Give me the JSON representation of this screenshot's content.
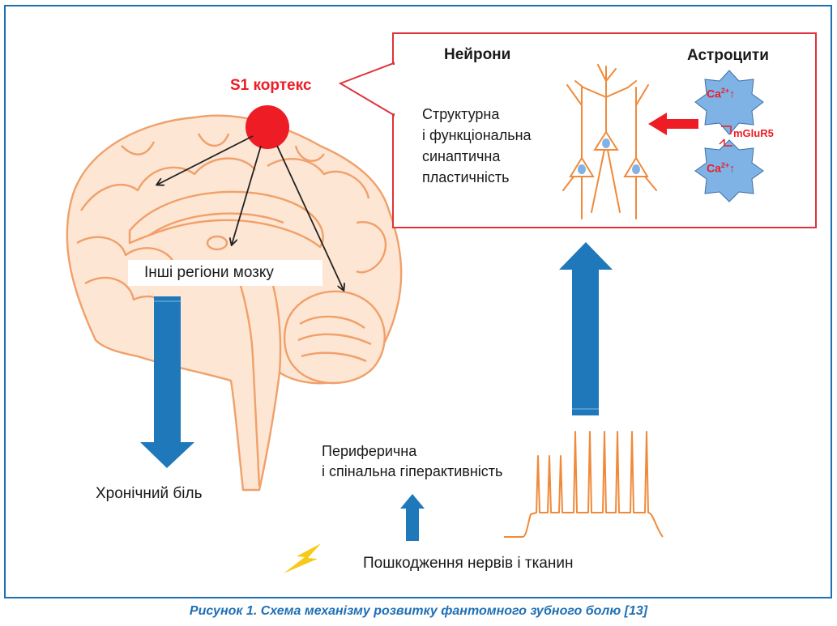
{
  "labels": {
    "s1_cortex": "S1 кортекс",
    "neurons": "Нейрони",
    "astrocytes": "Астроцити",
    "plasticity": [
      "Структурна",
      "і функціональна",
      "синаптична",
      "пластичність"
    ],
    "other_regions": "Інші регіони мозку",
    "chronic_pain": "Хронічний біль",
    "peripheral": [
      "Периферична",
      "і спінальна гіперактивність"
    ],
    "damage": "Пошкодження нервів і тканин",
    "receptor": "mGluR5",
    "calcium_top": {
      "base": "Ca",
      "sup": "2+",
      "arrow": "↑"
    },
    "calcium_bottom": {
      "base": "Ca",
      "sup": "2+",
      "arrow": "↑"
    }
  },
  "caption": "Рисунок 1. Схема механізму розвитку фантомного зубного болю [13]",
  "colors": {
    "frame": "#1f6fb5",
    "brain": "#f0a06a",
    "brain_fill": "#fde6d4",
    "cortex_dot": "#ee1c25",
    "callout_border": "#e0323a",
    "blue_arrow": "#1f78b9",
    "neuron": "#f08a3a",
    "astrocyte": "#7fb2e5",
    "spike": "#f08a3a",
    "lightning": "#f7c919"
  },
  "icons": [
    "brain-illustration",
    "neuron-icon",
    "astrocyte-icon",
    "lightning-icon",
    "spike-train-icon"
  ]
}
